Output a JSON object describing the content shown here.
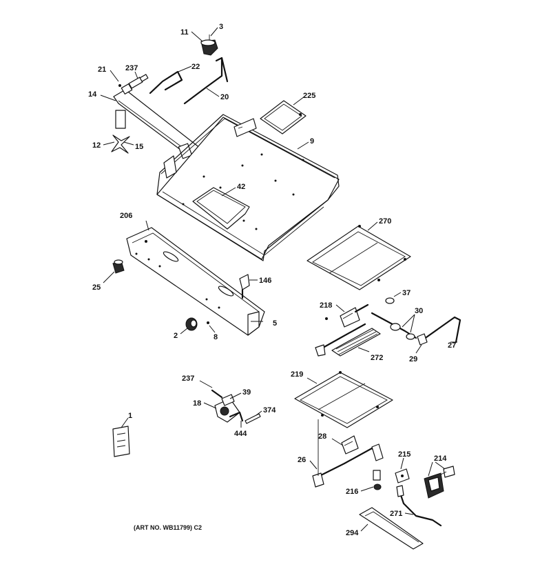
{
  "caption": "(ART NO. WB11799) C2",
  "callouts": [
    "3",
    "11",
    "21",
    "237",
    "22",
    "20",
    "14",
    "225",
    "9",
    "12",
    "15",
    "42",
    "206",
    "270",
    "25",
    "146",
    "37",
    "218",
    "30",
    "5",
    "2",
    "8",
    "27",
    "29",
    "272",
    "219",
    "237",
    "39",
    "18",
    "374",
    "444",
    "1",
    "28",
    "215",
    "214",
    "26",
    "216",
    "271",
    "294"
  ]
}
